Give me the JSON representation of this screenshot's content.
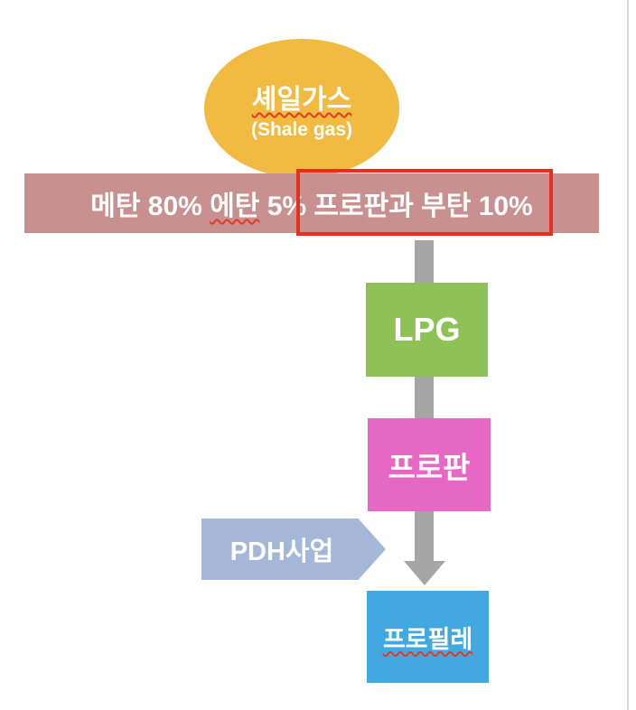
{
  "diagram": {
    "title_node": {
      "label": "셰일가스",
      "sublabel": "(Shale gas)",
      "color": "#F1BA40",
      "shape": "ellipse",
      "label_spellcheck_underline": true
    },
    "composition_bar": {
      "color": "#C8908F",
      "segments": [
        {
          "text": "메탄 80% "
        },
        {
          "text": "에탄",
          "spellcheck_underline": true
        },
        {
          "text": " 5% 프로판과 부탄 10%"
        }
      ]
    },
    "highlight_rect": {
      "border_color": "#E5301F",
      "highlighted_text": "프로판과 부탄 10%"
    },
    "flow_arrow": {
      "color": "#A6A6A6",
      "direction": "down"
    },
    "nodes": {
      "lpg": {
        "label": "LPG",
        "color": "#8EC257"
      },
      "propane": {
        "label": "프로판",
        "color": "#E768C4"
      },
      "propylene": {
        "label": "프로필레",
        "color": "#41A9E0",
        "label_spellcheck_underline": true
      }
    },
    "pdh": {
      "label": "PDH사업",
      "color": "#A5B7D9",
      "shape": "right-arrow"
    },
    "page": {
      "background": "#FFFFFF",
      "edge_line_color": "#D9D9D9"
    }
  }
}
